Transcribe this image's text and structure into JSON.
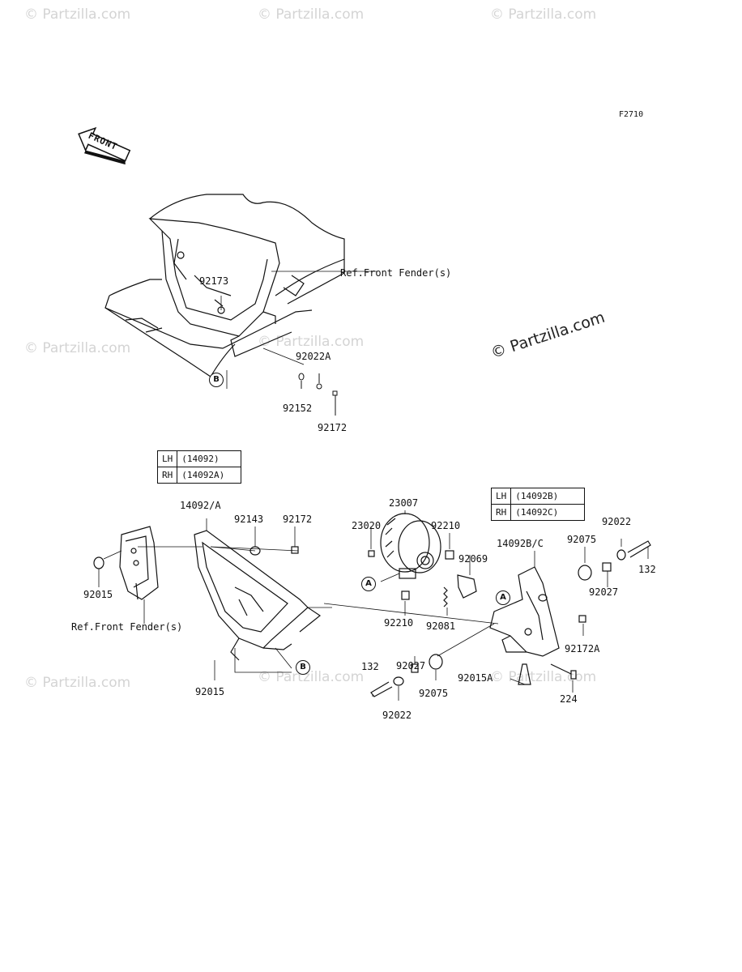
{
  "diagram_code": "F2710",
  "front_label": "FRONT",
  "watermark": "© Partzilla.com",
  "copyright": "© Partzilla.com",
  "callouts": {
    "B": "B",
    "A": "A"
  },
  "refs": {
    "front_fender_top": "Ref.Front Fender(s)",
    "front_fender_left": "Ref.Front Fender(s)"
  },
  "parts": {
    "p92173": "92173",
    "p92022A": "92022A",
    "p92152": "92152",
    "p92172_top": "92172",
    "p14092A": "14092/A",
    "p92143": "92143",
    "p92172_mid": "92172",
    "p92015_left": "92015",
    "p92015_bottom": "92015",
    "p23007": "23007",
    "p23020": "23020",
    "p92210_top": "92210",
    "p92069": "92069",
    "p92210_bottom": "92210",
    "p92081": "92081",
    "p14092BC": "14092B/C",
    "p92075_right": "92075",
    "p92022_right": "92022",
    "p132_right": "132",
    "p92027_right": "92027",
    "p92172A": "92172A",
    "p92015A": "92015A",
    "p224": "224",
    "p92027_bottom": "92027",
    "p132_bottom": "132",
    "p92075_bottom": "92075",
    "p92022_bottom": "92022"
  },
  "table_left": {
    "rows": [
      {
        "side": "LH",
        "code": "(14092)"
      },
      {
        "side": "RH",
        "code": "(14092A)"
      }
    ]
  },
  "table_right": {
    "rows": [
      {
        "side": "LH",
        "code": "(14092B)"
      },
      {
        "side": "RH",
        "code": "(14092C)"
      }
    ]
  }
}
